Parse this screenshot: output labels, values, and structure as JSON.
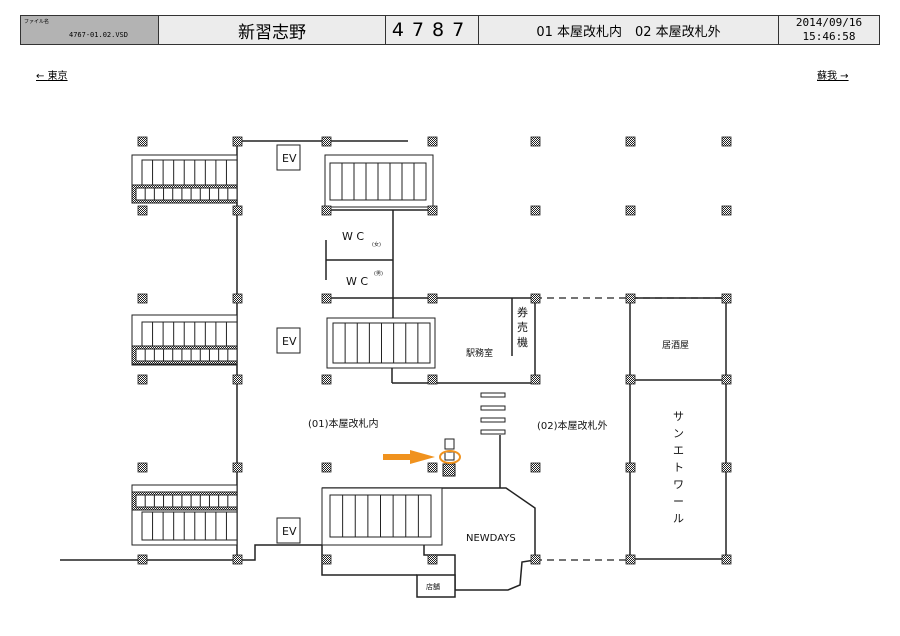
{
  "header": {
    "file_label": "ファイル名",
    "file_name": "4767-01.02.VSD",
    "station": "新習志野",
    "code": "4787",
    "gates": "01 本屋改札内　02 本屋改札外",
    "date": "2014/09/16",
    "time": "15:46:58"
  },
  "directions": {
    "left": "東京",
    "right": "蘇我"
  },
  "labels": {
    "ev": "EV",
    "wc_female": "W C",
    "wc_female_tag": "(女)",
    "wc_male": "W C",
    "wc_male_tag": "(男)",
    "ticket_machine": [
      "券",
      "売",
      "機"
    ],
    "station_office": "駅務室",
    "inside_gate": "(01)本屋改札内",
    "outside_gate": "(02)本屋改札外",
    "izakaya": "居酒屋",
    "sun_etoile": [
      "サ",
      "ン",
      "エ",
      "ト",
      "ワ",
      "ー",
      "ル"
    ],
    "newdays": "NEWDAYS",
    "shop": "店舗"
  },
  "colors": {
    "accent": "#f0921e"
  }
}
